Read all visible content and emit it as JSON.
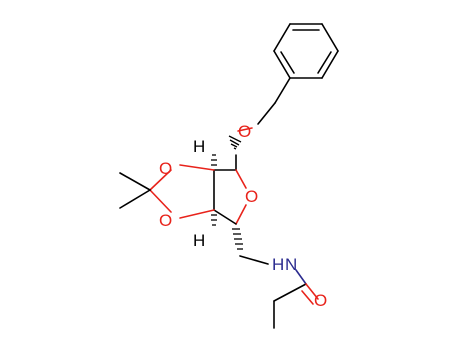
{
  "atom_labels": {
    "o_benzyloxy": "O",
    "o_ring": "O",
    "o_dioxolane_top": "O",
    "o_dioxolane_bottom": "O",
    "n_amide": "N",
    "h_amide": "H",
    "o_carbonyl": "O",
    "h_ring_top": "H",
    "h_ring_bottom": "H"
  },
  "colors": {
    "carbon_bond": "#000000",
    "oxygen": "#e8231b",
    "nitrogen": "#2b2b8f",
    "background": "#ffffff"
  }
}
